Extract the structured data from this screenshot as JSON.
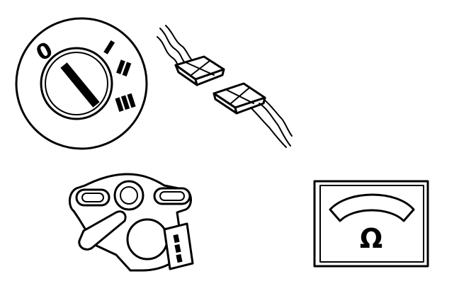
{
  "ignition_switch": {
    "position_labels": [
      "0",
      "I",
      "II",
      "III"
    ]
  },
  "ohmmeter": {
    "unit_symbol": "Ω"
  },
  "colors": {
    "ink": "#000000",
    "paper": "#ffffff"
  },
  "icons": {
    "ignition_switch": "ignition-switch-icon",
    "connector": "wiring-connector-icon",
    "sensor": "throttle-position-sensor-icon",
    "meter": "ohmmeter-icon"
  }
}
